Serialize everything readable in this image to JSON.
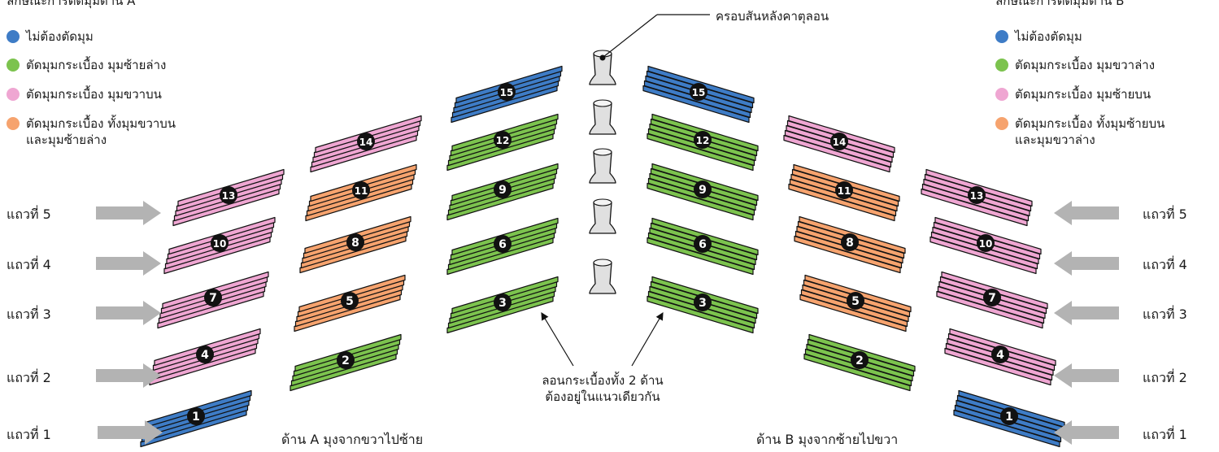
{
  "colors": {
    "none": "#3e7cc6",
    "bottom_corner": "#7cc34e",
    "top_corner": "#efa6d2",
    "both_corners": "#f6a36e",
    "arrow": "#b3b3b3",
    "ridge": "#e0e0e0",
    "badge": "#111111"
  },
  "legend_a": {
    "title": "ลักษณะการตัดมุมด้าน A",
    "items": [
      {
        "color": "none",
        "label": "ไม่ต้องตัดมุม"
      },
      {
        "color": "bottom_corner",
        "label": "ตัดมุมกระเบื้อง มุมซ้ายล่าง"
      },
      {
        "color": "top_corner",
        "label": "ตัดมุมกระเบื้อง มุมขวาบน"
      },
      {
        "color": "both_corners",
        "label": "ตัดมุมกระเบื้อง ทั้งมุมขวาบน\nและมุมซ้ายล่าง"
      }
    ]
  },
  "legend_b": {
    "title": "ลักษณะการตัดมุมด้าน B",
    "items": [
      {
        "color": "none",
        "label": "ไม่ต้องตัดมุม"
      },
      {
        "color": "bottom_corner",
        "label": "ตัดมุมกระเบื้อง มุมขวาล่าง"
      },
      {
        "color": "top_corner",
        "label": "ตัดมุมกระเบื้อง มุมซ้ายบน"
      },
      {
        "color": "both_corners",
        "label": "ตัดมุมกระเบื้อง ทั้งมุมซ้ายบน\nและมุมขวาล่าง"
      }
    ]
  },
  "row_labels": [
    "แถวที่ 1",
    "แถวที่ 2",
    "แถวที่ 3",
    "แถวที่ 4",
    "แถวที่ 5"
  ],
  "ridge_callout": "ครอบสันหลังคาตุลอน",
  "alignment_note": "ลอนกระเบื้องทั้ง 2 ด้าน\nต้องอยู่ในแนวเดียวกัน",
  "side_a_caption": "ด้าน A มุงจากขวาไปซ้าย",
  "side_b_caption": "ด้าน B มุงจากซ้ายไปขวา",
  "tiles": [
    {
      "n": 1,
      "type": "none"
    },
    {
      "n": 2,
      "type": "bottom_corner"
    },
    {
      "n": 3,
      "type": "bottom_corner"
    },
    {
      "n": 4,
      "type": "top_corner"
    },
    {
      "n": 5,
      "type": "both_corners"
    },
    {
      "n": 6,
      "type": "bottom_corner"
    },
    {
      "n": 7,
      "type": "top_corner"
    },
    {
      "n": 8,
      "type": "both_corners"
    },
    {
      "n": 9,
      "type": "bottom_corner"
    },
    {
      "n": 10,
      "type": "top_corner"
    },
    {
      "n": 11,
      "type": "both_corners"
    },
    {
      "n": 12,
      "type": "bottom_corner"
    },
    {
      "n": 13,
      "type": "top_corner"
    },
    {
      "n": 14,
      "type": "top_corner"
    },
    {
      "n": 15,
      "type": "none"
    }
  ]
}
